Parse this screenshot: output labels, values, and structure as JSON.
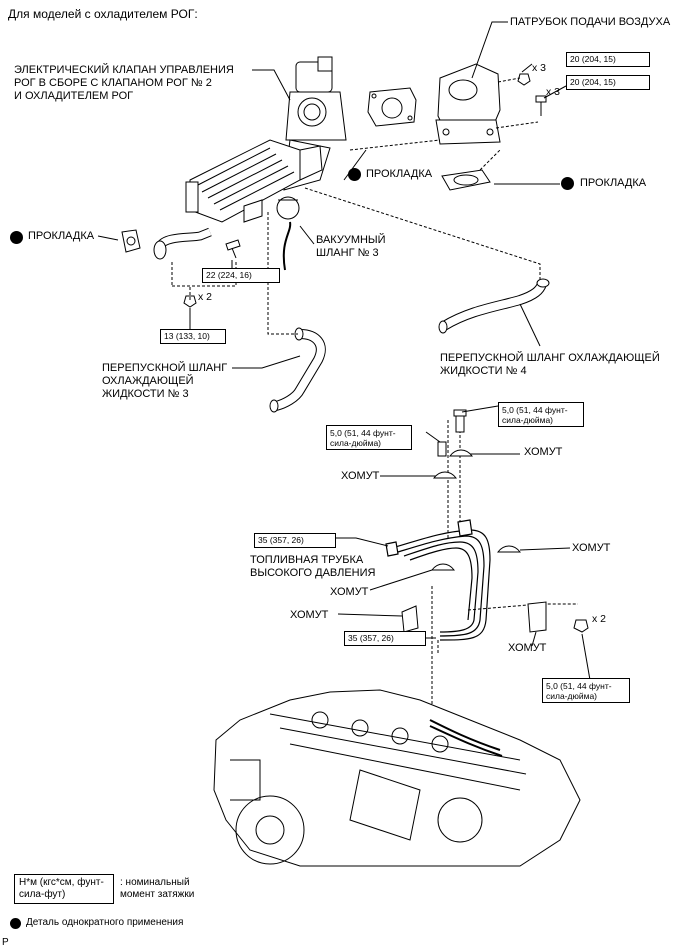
{
  "heading": "Для моделей с охладителем РОГ:",
  "labels": {
    "egr_valve": "ЭЛЕКТРИЧЕСКИЙ КЛАПАН УПРАВЛЕНИЯ\nРОГ В СБОРЕ С КЛАПАНОМ РОГ № 2\nИ ОХЛАДИТЕЛЕМ РОГ",
    "air_inlet": "ПАТРУБОК ПОДАЧИ ВОЗДУХА",
    "gasket_center": "ПРОКЛАДКА",
    "gasket_right": "ПРОКЛАДКА",
    "gasket_left": "ПРОКЛАДКА",
    "vacuum_hose": "ВАКУУМНЫЙ\nШЛАНГ № 3",
    "coolant_hose_4": "ПЕРЕПУСКНОЙ ШЛАНГ ОХЛАЖДАЮЩЕЙ\nЖИДКОСТИ № 4",
    "coolant_hose_3": "ПЕРЕПУСКНОЙ ШЛАНГ\nОХЛАЖДАЮЩЕЙ\nЖИДКОСТИ № 3",
    "clamp_1": "ХОМУТ",
    "clamp_2": "ХОМУТ",
    "clamp_3": "ХОМУТ",
    "clamp_4": "ХОМУТ",
    "clamp_5": "ХОМУТ",
    "clamp_6": "ХОМУТ",
    "fuel_pipe": "ТОПЛИВНАЯ ТРУБКА\nВЫСОКОГО ДАВЛЕНИЯ"
  },
  "torques": {
    "t_air_nut": "20 (204, 15)",
    "t_air_bolt": "20 (204, 15)",
    "t_egr_bolt": "22 (224, 16)",
    "t_egr_nut": "13 (133, 10)",
    "t_clamp_top_right": "5,0 (51, 44 фунт-\nсила-дюйма)",
    "t_clamp_top_left": "5,0 (51, 44 фунт-\nсила-дюйма)",
    "t_fuel_top": "35 (357, 26)",
    "t_fuel_bottom": "35 (357, 26)",
    "t_lower_nut": "5,0 (51, 44 фунт-\nсила-дюйма)"
  },
  "multipliers": {
    "m_air_nut": "x 3",
    "m_air_bolt": "x 3",
    "m_egr_nut": "x 2",
    "m_lower_nut": "x 2"
  },
  "legend": {
    "torque_box": "Н*м (кгс*см, фунт-\nсила-фут)",
    "torque_desc": ": номинальный\nмомент затяжки",
    "non_reusable": "Деталь однократного применения"
  },
  "footer_mark": "P"
}
